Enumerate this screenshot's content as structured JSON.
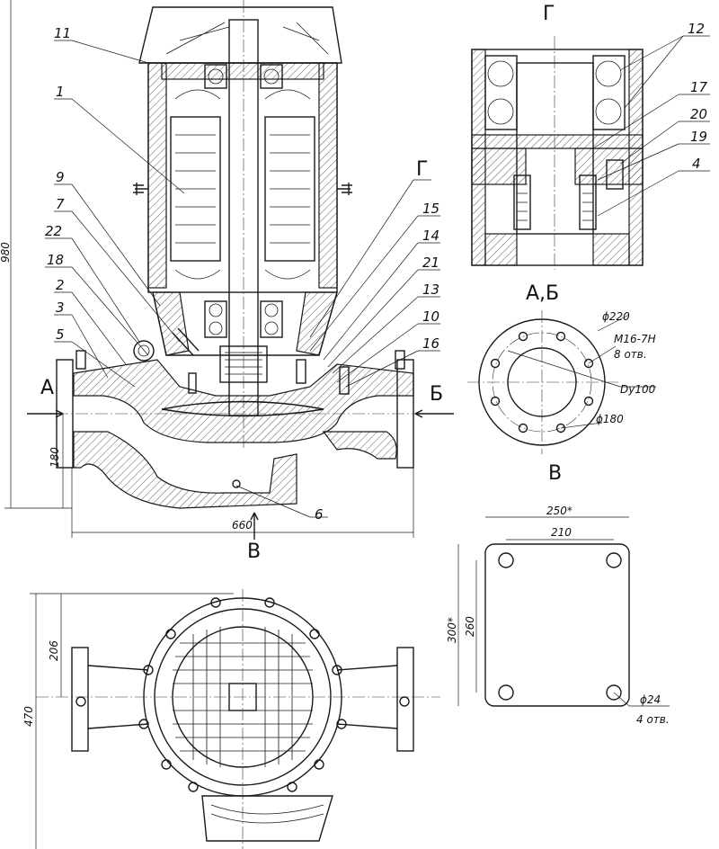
{
  "views": {
    "section_top": "Г",
    "section_ab": "А,Б",
    "view_v": "В",
    "arrow_a": "А",
    "arrow_b": "Б",
    "arrow_v": "В"
  },
  "part_labels": {
    "p11": "11",
    "p1": "1",
    "p9": "9",
    "p7": "7",
    "p22": "22",
    "p18": "18",
    "p2": "2",
    "p3": "3",
    "p5": "5",
    "p6": "6",
    "pG": "Г",
    "p15": "15",
    "p14": "14",
    "p21": "21",
    "p13": "13",
    "p10": "10",
    "p16": "16",
    "p12": "12",
    "p17": "17",
    "p20": "20",
    "p19": "19",
    "p4": "4"
  },
  "dimensions": {
    "height_total": "980",
    "height_axis": "180",
    "length": "660",
    "width_total": "470",
    "width_half": "206",
    "flange_d": "ϕ220",
    "thread": "M16-7H",
    "thread_count": "8 отв.",
    "nominal": "Dy100",
    "bolt_circle": "ϕ180",
    "base_width": "250*",
    "base_holes_x": "210",
    "base_height": "300*",
    "base_holes_y": "260",
    "hole_d": "ϕ24",
    "hole_count": "4 отв."
  }
}
